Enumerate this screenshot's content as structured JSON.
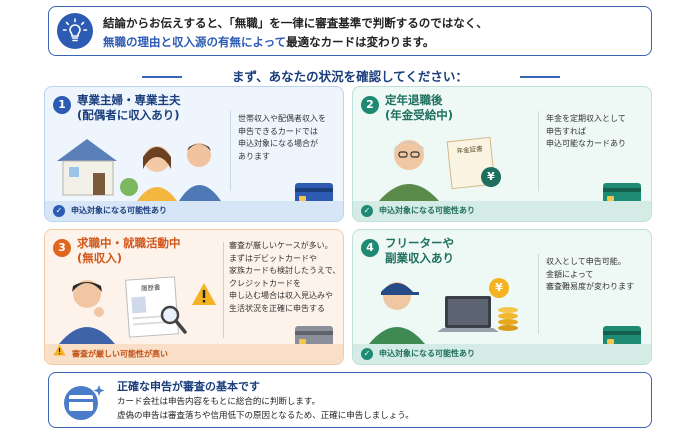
{
  "header": {
    "line1": "結論からお伝えすると、「無職」を一律に審査基準で判断するのではなく、",
    "line2_highlight": "無職の理由と収入源の有無によって",
    "line2_rest": "最適なカードは変わります。",
    "icon": "lightbulb-icon"
  },
  "question": "まず、あなたの状況を確認してください：",
  "cards": [
    {
      "number": "1",
      "title_line1": "専業主婦・専業主夫",
      "title_line2": "(配偶者に収入あり)",
      "desc": [
        "世帯収入や配偶者収入を",
        "申告できるカードでは",
        "申込対象になる場合が",
        "あります"
      ],
      "footer": "申込対象になる可能性あり",
      "accent": "#2d5bb3"
    },
    {
      "number": "2",
      "title_line1": "定年退職後",
      "title_line2": "(年金受給中)",
      "desc": [
        "年金を定期収入として",
        "申告すれば",
        "申込可能なカードあり"
      ],
      "footer": "申込対象になる可能性あり",
      "doc_label": "年金証書",
      "accent": "#1e8a73"
    },
    {
      "number": "3",
      "title_line1": "求職中・就職活動中",
      "title_line2": "(無収入)",
      "desc": [
        "審査が厳しいケースが多い。",
        "まずはデビットカードや",
        "家族カードも検討したうえで、",
        "クレジットカードを",
        "申し込む場合は収入見込みや",
        "生活状況を正確に申告する"
      ],
      "footer": "審査が厳しい可能性が高い",
      "doc_label": "履歴書",
      "accent": "#e0661f"
    },
    {
      "number": "4",
      "title_line1": "フリーターや",
      "title_line2": "副業収入あり",
      "desc": [
        "収入として申告可能。",
        "金額によって",
        "審査難易度が変わります"
      ],
      "footer": "申込対象になる可能性あり",
      "accent": "#1e8a73"
    }
  ],
  "bottom": {
    "title": "正確な申告が審査の基本です",
    "line1": "カード会社は申告内容をもとに総合的に判断します。",
    "line2": "虚偽の申告は審査落ちや信用低下の原因となるため、正確に申告しましょう。"
  }
}
